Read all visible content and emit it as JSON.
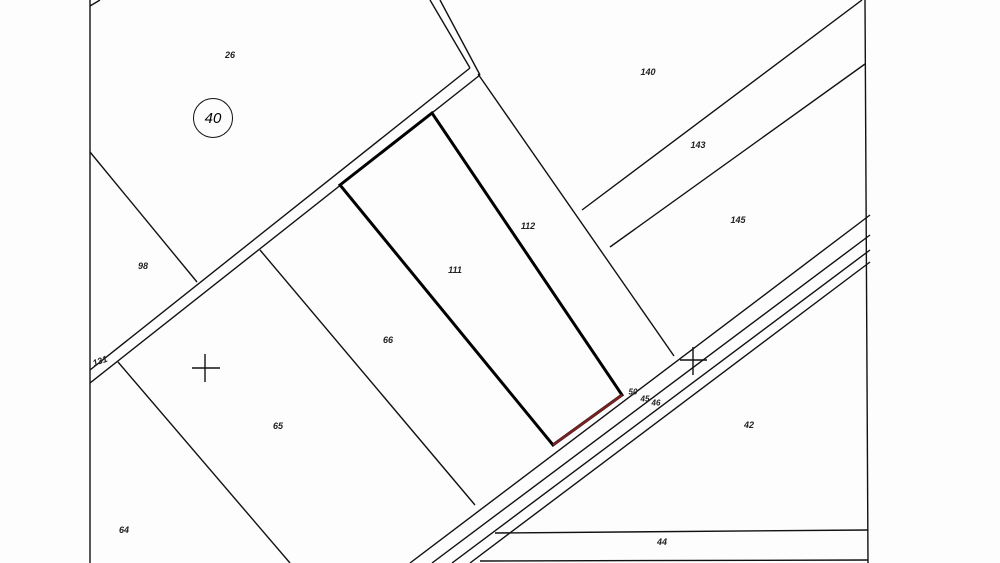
{
  "map": {
    "highlighted_parcel": "111",
    "sheet_number": "40",
    "parcels": [
      {
        "id": "p26",
        "label": "26"
      },
      {
        "id": "p140",
        "label": "140"
      },
      {
        "id": "p143",
        "label": "143"
      },
      {
        "id": "p145",
        "label": "145"
      },
      {
        "id": "p112",
        "label": "112"
      },
      {
        "id": "p111",
        "label": "111"
      },
      {
        "id": "p98",
        "label": "98"
      },
      {
        "id": "p66",
        "label": "66"
      },
      {
        "id": "p65",
        "label": "65"
      },
      {
        "id": "p131",
        "label": "131"
      },
      {
        "id": "p42",
        "label": "42"
      },
      {
        "id": "p64",
        "label": "64"
      },
      {
        "id": "p44",
        "label": "44"
      },
      {
        "id": "p50",
        "label": "50"
      },
      {
        "id": "p45",
        "label": "45"
      },
      {
        "id": "p46",
        "label": "46"
      }
    ],
    "line_color": "#111111",
    "highlight_color": "#000000",
    "edge_accent_color": "#7a2020"
  }
}
